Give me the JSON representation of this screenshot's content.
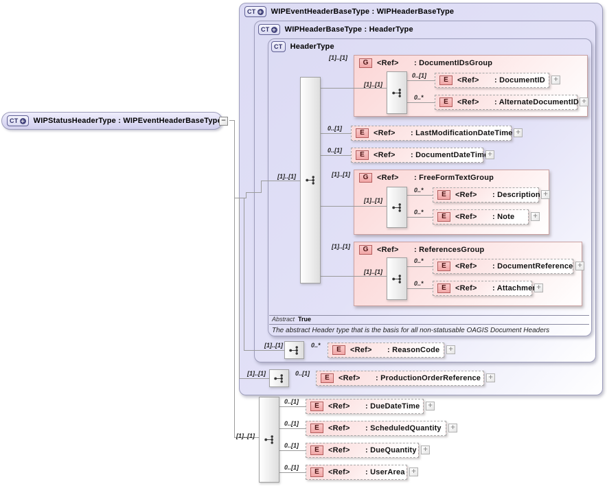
{
  "capsule": {
    "badge": "CT",
    "badge_plus": "+",
    "label": "WIPStatusHeaderType : WIPEventHeaderBaseType",
    "collapse_glyph": "−"
  },
  "outer_box": {
    "badge": "CT",
    "badge_plus": "+",
    "label": "WIPEventHeaderBaseType : WIPHeaderBaseType"
  },
  "middle_box": {
    "badge": "CT",
    "badge_plus": "+",
    "label": "WIPHeaderBaseType : HeaderType"
  },
  "header_type_box": {
    "badge": "CT",
    "label": "HeaderType",
    "sequence_mult": "[1]..[1]",
    "abstract_label": "Abstract",
    "abstract_value": "True",
    "documentation": "The abstract Header type that is the basis for all non-statusable OAGIS Document Headers"
  },
  "document_ids_group": {
    "mult": "[1]..[1]",
    "badge": "G",
    "ref": "<Ref>",
    "name": ": DocumentIDsGroup",
    "sequence_mult": "[1]..[1]",
    "document_id": {
      "mult": "0..[1]",
      "badge": "E",
      "ref": "<Ref>",
      "name": ": DocumentID",
      "expand_glyph": "+"
    },
    "alternate_document_id": {
      "mult": "0..*",
      "badge": "E",
      "ref": "<Ref>",
      "name": ": AlternateDocumentID",
      "expand_glyph": "+"
    }
  },
  "last_modification_date_time": {
    "mult": "0..[1]",
    "badge": "E",
    "ref": "<Ref>",
    "name": ": LastModificationDateTime",
    "expand_glyph": "+"
  },
  "document_date_time": {
    "mult": "0..[1]",
    "badge": "E",
    "ref": "<Ref>",
    "name": ": DocumentDateTime",
    "expand_glyph": "+"
  },
  "free_form_text_group": {
    "mult": "[1]..[1]",
    "badge": "G",
    "ref": "<Ref>",
    "name": ": FreeFormTextGroup",
    "sequence_mult": "[1]..[1]",
    "description": {
      "mult": "0..*",
      "badge": "E",
      "ref": "<Ref>",
      "name": ": Description",
      "expand_glyph": "+"
    },
    "note": {
      "mult": "0..*",
      "badge": "E",
      "ref": "<Ref>",
      "name": ": Note",
      "expand_glyph": "+"
    }
  },
  "references_group": {
    "mult": "[1]..[1]",
    "badge": "G",
    "ref": "<Ref>",
    "name": ": ReferencesGroup",
    "sequence_mult": "[1]..[1]",
    "document_reference": {
      "mult": "0..*",
      "badge": "E",
      "ref": "<Ref>",
      "name": ": DocumentReference",
      "expand_glyph": "+"
    },
    "attachment": {
      "mult": "0..*",
      "badge": "E",
      "ref": "<Ref>",
      "name": ": Attachment",
      "expand_glyph": "+"
    }
  },
  "reason_code_row": {
    "sequence_mult": "[1]..[1]",
    "reason_code": {
      "mult": "0..*",
      "badge": "E",
      "ref": "<Ref>",
      "name": ": ReasonCode",
      "expand_glyph": "+"
    }
  },
  "production_order_row": {
    "sequence_mult": "[1]..[1]",
    "production_order_reference": {
      "mult": "0..[1]",
      "badge": "E",
      "ref": "<Ref>",
      "name": ": ProductionOrderReference",
      "expand_glyph": "+"
    }
  },
  "status_row": {
    "sequence_mult": "[1]..[1]",
    "due_date_time": {
      "mult": "0..[1]",
      "badge": "E",
      "ref": "<Ref>",
      "name": ": DueDateTime",
      "expand_glyph": "+"
    },
    "scheduled_quantity": {
      "mult": "0..[1]",
      "badge": "E",
      "ref": "<Ref>",
      "name": ": ScheduledQuantity",
      "expand_glyph": "+"
    },
    "due_quantity": {
      "mult": "0..[1]",
      "badge": "E",
      "ref": "<Ref>",
      "name": ": DueQuantity",
      "expand_glyph": "+"
    },
    "user_area": {
      "mult": "0..[1]",
      "badge": "E",
      "ref": "<Ref>",
      "name": ": UserArea",
      "expand_glyph": "+"
    }
  },
  "colors": {
    "box_fill": "#dcdbf4",
    "group_fill": "#fbd6d6",
    "badge_border": "#b25b5b",
    "line": "#9a9a9a"
  }
}
